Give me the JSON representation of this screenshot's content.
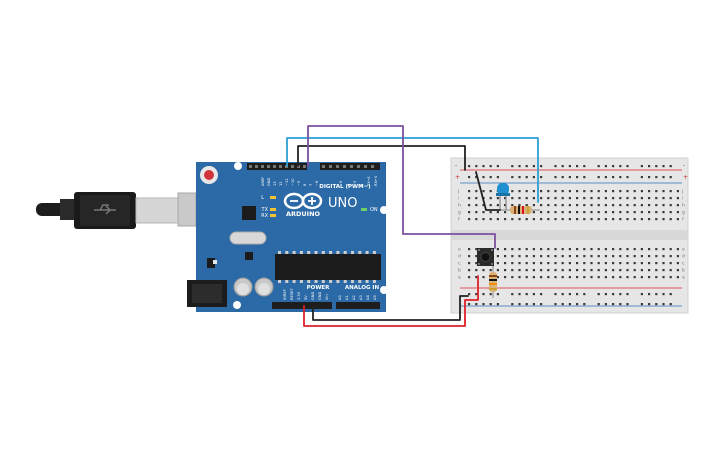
{
  "board": {
    "brand": "ARDUINO",
    "model": "UNO",
    "digital_header": "DIGITAL (PWM~)",
    "power_header": "POWER",
    "analog_header": "ANALOG IN",
    "on_label": "ON",
    "tx_label": "TX",
    "rx_label": "RX",
    "l_label": "L",
    "digital_pins": [
      "AREF",
      "GND",
      "13",
      "12",
      "~11",
      "~10",
      "~9",
      "8",
      "7",
      "~6",
      "~5",
      "4",
      "~3",
      "2",
      "TX→1",
      "RX←0"
    ],
    "power_pins": [
      "IOREF",
      "RESET",
      "3.3V",
      "5V",
      "GND",
      "GND",
      "Vin"
    ],
    "analog_pins": [
      "A0",
      "A1",
      "A2",
      "A3",
      "A4",
      "A5"
    ]
  },
  "breadboard": {
    "row_letters_top": [
      "j",
      "i",
      "h",
      "g",
      "f"
    ],
    "row_letters_bottom": [
      "e",
      "d",
      "c",
      "b",
      "a"
    ],
    "column_count": 30,
    "rail_plus": "+",
    "rail_minus": "-"
  },
  "colors": {
    "board": "#2b6aa6",
    "wire_black": "#222222",
    "wire_red": "#e0212a",
    "wire_blue": "#2e9fd3",
    "wire_purple": "#7c4fa0",
    "led": "#1f8fd0",
    "breadboard": "#e6e6e6"
  }
}
